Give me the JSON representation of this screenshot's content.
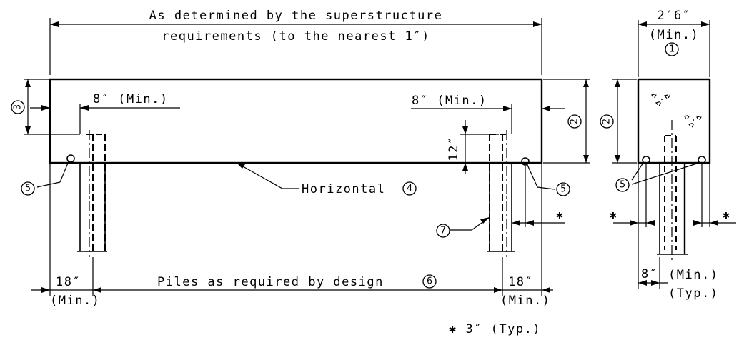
{
  "labels": {
    "top_line1": "As determined by the superstructure",
    "top_line2": "requirements (to the nearest 1″)",
    "width": "2′6″",
    "min": "(Min.)",
    "min_spaced": "(Min.)",
    "eight_in": "8″ (Min.)",
    "twelve_in": "12″",
    "horizontal": "Horizontal",
    "eighteen": "18″",
    "piles": "Piles as required by design",
    "eight_only": "8″",
    "typ": "(Typ.)",
    "star": "✱",
    "note": "✱ 3″ (Typ.)"
  },
  "callouts": {
    "c1": "1",
    "c2": "2",
    "c3": "3",
    "c4": "4",
    "c5": "5",
    "c6": "6",
    "c7": "7"
  }
}
